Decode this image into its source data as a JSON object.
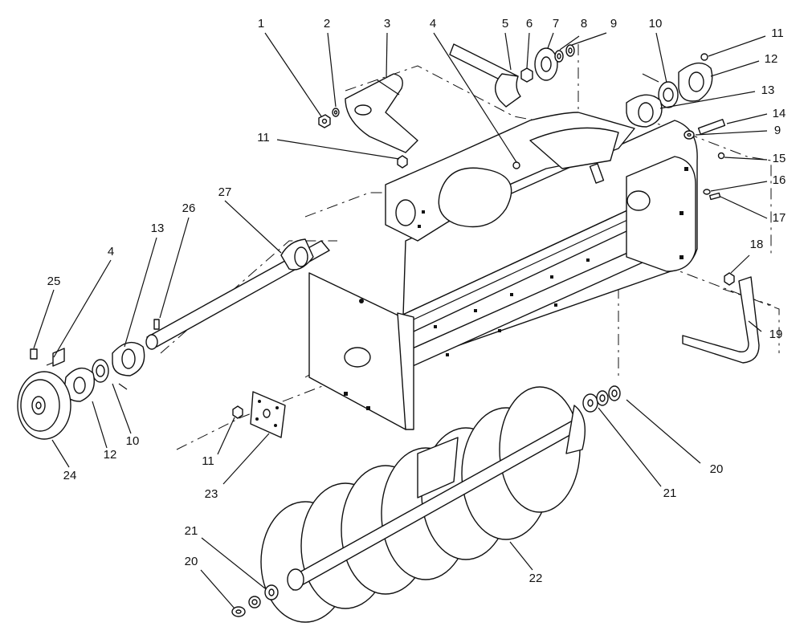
{
  "callouts": [
    "1",
    "2",
    "3",
    "4",
    "5",
    "6",
    "7",
    "8",
    "9",
    "10",
    "11",
    "12",
    "13",
    "14",
    "9",
    "15",
    "16",
    "17",
    "11",
    "27",
    "26",
    "13",
    "4",
    "25",
    "18",
    "19",
    "10",
    "12",
    "24",
    "11",
    "23",
    "20",
    "21",
    "20",
    "21",
    "22"
  ]
}
